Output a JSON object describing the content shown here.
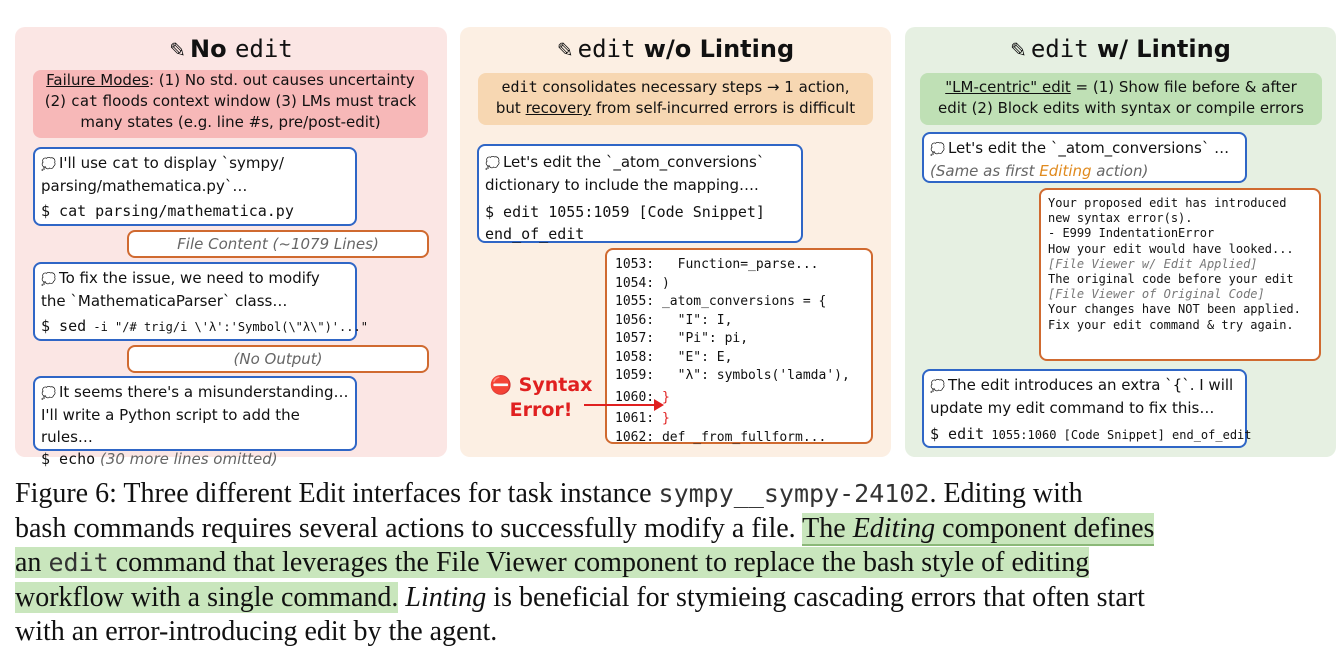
{
  "panels": {
    "p1": {
      "title_pre": "No",
      "title_mono": "edit",
      "note_underlined": "Failure Modes",
      "note_l1": ": (1) No std. out causes uncertainty",
      "note_l2a": "(2) ",
      "note_l2_mono": "cat",
      "note_l2b": " floods context window (3) LMs must track",
      "note_l3": "many states (e.g. line #s, pre/post-edit)",
      "msg1_l1a": "I'll use ",
      "msg1_l1_mono": "cat",
      "msg1_l1b": " to display `sympy/",
      "msg1_l2": "parsing/mathematica.py`…",
      "msg1_cmd": "$ cat parsing/mathematica.py",
      "out1": "File Content (~1079 Lines)",
      "msg2_l1": "To fix the issue, we need to modify",
      "msg2_l2": "the `MathematicaParser` class…",
      "msg2_cmd_a": "$ sed",
      "msg2_cmd_b": " -i \"/# trig/i \\'λ':'Symbol(\\\"λ\\\")'...\"",
      "out2": "(No Output)",
      "msg3_l1": "It seems there's a misunderstanding…",
      "msg3_l2": "I'll write a Python script to add the rules…",
      "msg3_cmd": "$ echo",
      "msg3_omit": "(30 more lines omitted)"
    },
    "p2": {
      "title_mono": "edit",
      "title_post": "w/o Linting",
      "note_l1_mono": "edit",
      "note_l1": " consolidates necessary steps → 1 action,",
      "note_l2a": "but ",
      "note_l2_ul": "recovery",
      "note_l2b": " from self-incurred errors is difficult",
      "msg_l1": "Let's edit the `_atom_conversions`",
      "msg_l2": "dictionary to include the mapping….",
      "msg_cmd1": "$ edit 1055:1059 [Code Snippet]",
      "msg_cmd2": "end_of_edit",
      "code": [
        "1053:   Function=_parse...",
        "1054: )",
        "1055: _atom_conversions = {",
        "1056:   \"I\": I,",
        "1057:   \"Pi\": pi,",
        "1058:   \"E\": E,",
        "1059:   \"λ\": symbols('lamda'),",
        "1060: ",
        "1061: ",
        "1062: def _from_fullform..."
      ],
      "brace": "}",
      "error_l1": "Syntax",
      "error_l2": "Error!",
      "error_icon": "⛔"
    },
    "p3": {
      "title_mono": "edit",
      "title_post": "w/ Linting",
      "note_l1_ul": "\"LM-centric\" edit",
      "note_l1": " = (1) Show file before & after",
      "note_l2": "edit (2) Block edits with syntax or compile errors",
      "msg1_l1": "Let's edit the `_atom_conversions` …",
      "msg1_l2a": "(Same as first ",
      "msg1_l2_accent": "Editing",
      "msg1_l2b": " action)",
      "lint": [
        "Your proposed edit has introduced",
        "new syntax error(s).",
        "- E999 IndentationError",
        "",
        "How your edit would have looked...",
        "[File Viewer w/ Edit Applied]",
        "The original code before your edit",
        "[File Viewer of Original Code]",
        "",
        "Your changes have NOT been applied.",
        "Fix your edit command & try again."
      ],
      "msg2_l1": "The edit introduces an extra `{`. I will",
      "msg2_l2": "update my edit command to fix this…",
      "msg2_cmd_a": "$ edit",
      "msg2_cmd_b": " 1055:1060 [Code Snippet] end_of_edit"
    }
  },
  "caption": {
    "l1_a": "Figure 6: Three different Edit interfaces for task instance ",
    "l1_mono": "sympy__sympy-24102",
    "l1_b": ". Editing with",
    "l2_a": "bash commands requires several actions to successfully modify a file. ",
    "l2_hl_a": "The ",
    "l2_hl_it": "Editing",
    "l2_hl_b": " component defines",
    "l3_hl_a": "an ",
    "l3_hl_mono": "edit",
    "l3_hl_b": " command that leverages the File Viewer component to replace the bash style of editing",
    "l4_hl": "workflow with a single command.",
    "l4_it": "Linting",
    "l4_b": " is beneficial for stymieing cascading errors that often start",
    "l5": "with an error-introducing edit by the agent."
  },
  "colors": {
    "panel1_bg": "#fbe6e4",
    "panel2_bg": "#fcefe3",
    "panel3_bg": "#e6f0e2",
    "note1": "#f7b8b8",
    "note2": "#f7d7b2",
    "note3": "#bfe0b5",
    "agent_border": "#2f66c6",
    "output_border": "#d06a30",
    "error": "#e02020",
    "accent_orange": "#e08a1e",
    "highlight": "#c9e6bd"
  }
}
